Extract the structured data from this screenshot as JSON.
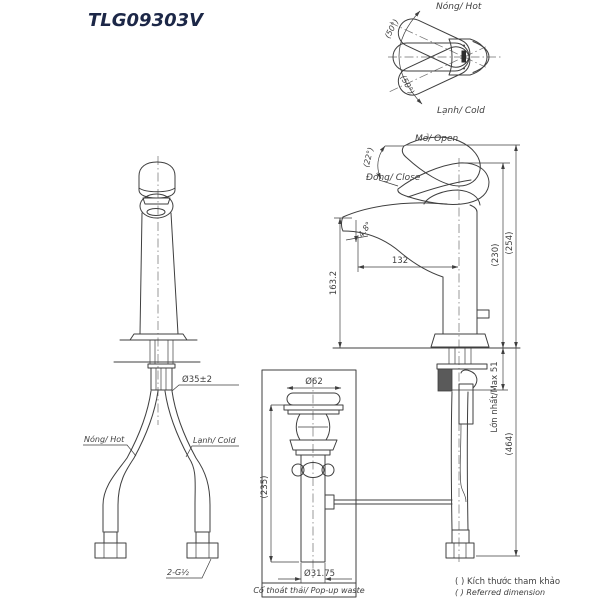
{
  "title": "TLG09303V",
  "colors": {
    "line": "#3f3f3f",
    "title": "#1c2747",
    "background": "#ffffff"
  },
  "top_view": {
    "hot": "Nóng/ Hot",
    "cold": "Lạnh/ Cold",
    "angle_upper": "(50°)",
    "angle_lower": "(50°)"
  },
  "side_view": {
    "open": "Mở/ Open",
    "close": "Đóng/ Close",
    "open_angle": "(22°)",
    "spout_angle": "4.8°",
    "dim_spout_reach": "132",
    "dim_spout_height": "163.2",
    "dim_handle_height": "(230)",
    "dim_open_height": "(254)",
    "dim_total": "(464)",
    "max_counter": "Lớn nhất/Max 51"
  },
  "front_view": {
    "shank_dia": "Ø35±2",
    "hot": "Nóng/ Hot",
    "cold": "Lạnh/ Cold",
    "thread": "2-G½"
  },
  "popup_waste": {
    "top_dia": "Ø62",
    "bottom_dia": "Ø31.75",
    "height": "(235)",
    "caption": "Cổ thoát thải/ Pop-up waste"
  },
  "notes": {
    "line1_vi": "( ) Kích thước tham khảo",
    "line2_en": "( ) Referred dimension"
  }
}
